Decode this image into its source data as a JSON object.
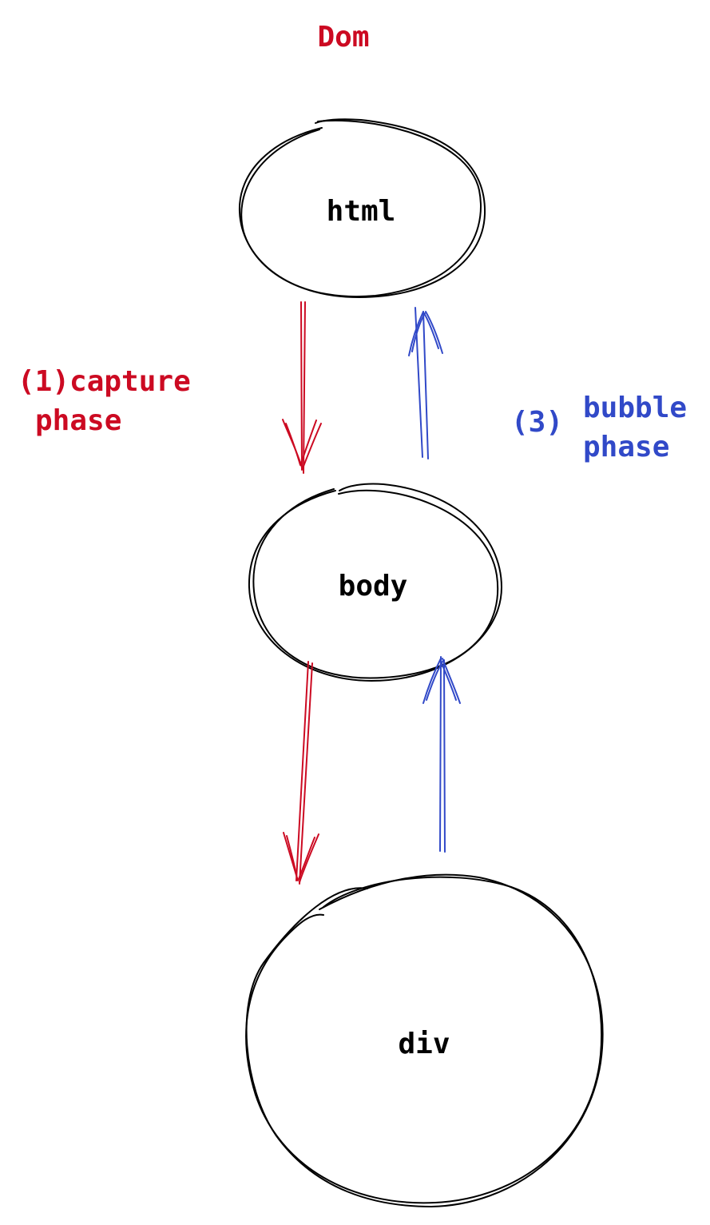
{
  "title": "Dom",
  "colors": {
    "capture": "#cc0a22",
    "bubble": "#3149c8",
    "node": "#000000"
  },
  "nodes": {
    "html": "html",
    "body": "body",
    "div": "div"
  },
  "capture_label": {
    "line1": "(1)capture",
    "line2": "phase"
  },
  "bubble_label": {
    "number": "(3)",
    "line1": "bubble",
    "line2": "phase"
  }
}
